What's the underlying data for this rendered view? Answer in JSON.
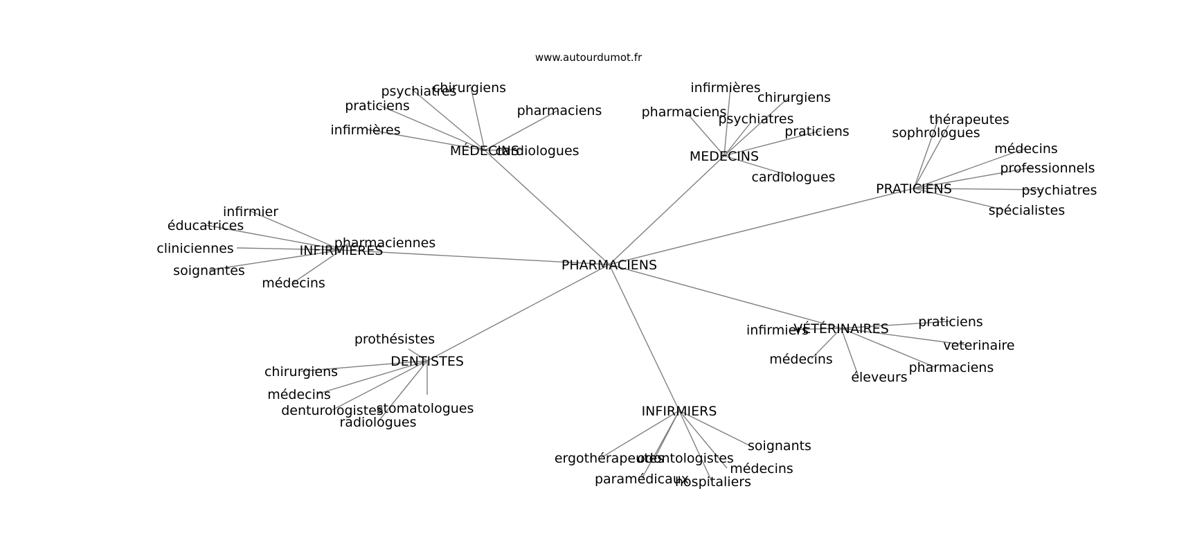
{
  "site": "www.autourdumot.fr",
  "center": {
    "id": "c",
    "label": "PHARMACIENS"
  },
  "hubs": [
    {
      "id": "h1",
      "label": "MÉDECINS",
      "leaves": [
        "psychiatres",
        "chirurgiens",
        "praticiens",
        "infirmières",
        "pharmaciens",
        "cardiologues"
      ]
    },
    {
      "id": "h2",
      "label": "MEDECINS",
      "leaves": [
        "infirmières",
        "chirurgiens",
        "pharmaciens",
        "psychiatres",
        "praticiens",
        "cardiologues"
      ]
    },
    {
      "id": "h3",
      "label": "PRATICIENS",
      "leaves": [
        "thérapeutes",
        "sophrologues",
        "médecins",
        "professionnels",
        "psychiatres",
        "spécialistes"
      ]
    },
    {
      "id": "h4",
      "label": "INFIRMIÈRES",
      "leaves": [
        "infirmier",
        "éducatrices",
        "cliniciennes",
        "soignantes",
        "médecins",
        "pharmaciennes"
      ]
    },
    {
      "id": "h5",
      "label": "VÉTÉRINAIRES",
      "leaves": [
        "infirmiers",
        "praticiens",
        "veterinaire",
        "médecins",
        "pharmaciens",
        "éleveurs"
      ]
    },
    {
      "id": "h6",
      "label": "DENTISTES",
      "leaves": [
        "prothésistes",
        "chirurgiens",
        "médecins",
        "denturologistes",
        "stomatologues",
        "radiologues"
      ]
    },
    {
      "id": "h7",
      "label": "INFIRMIERS",
      "leaves": [
        "soignants",
        "ergothérapeutes",
        "odontologistes",
        "médecins",
        "paramédicaux",
        "hospitaliers"
      ]
    }
  ],
  "colors": {
    "edge": "#808080",
    "text": "#000000",
    "background": "#ffffff"
  }
}
